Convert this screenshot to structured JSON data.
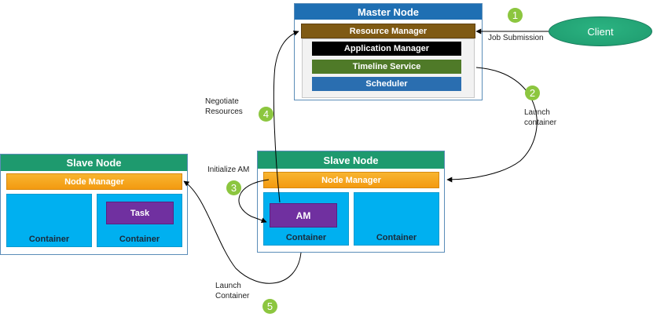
{
  "master": {
    "title": "Master Node",
    "resource_manager": "Resource Manager",
    "application_manager": "Application Manager",
    "timeline_service": "Timeline Service",
    "scheduler": "Scheduler"
  },
  "client": {
    "label": "Client"
  },
  "slave_left": {
    "title": "Slave Node",
    "node_manager": "Node Manager",
    "task": "Task",
    "container_1": "Container",
    "container_2": "Container"
  },
  "slave_right": {
    "title": "Slave Node",
    "node_manager": "Node Manager",
    "am": "AM",
    "container_1": "Container",
    "container_2": "Container"
  },
  "steps": {
    "s1": {
      "number": "1",
      "label": "Job Submission"
    },
    "s2": {
      "number": "2",
      "label": "Launch\ncontainer"
    },
    "s3": {
      "number": "3",
      "label": "Initialize AM"
    },
    "s4": {
      "number": "4",
      "label": "Negotiate\nResources"
    },
    "s5": {
      "number": "5",
      "label": "Launch\nContainer"
    }
  },
  "colors": {
    "master_title": "#1f6fb3",
    "slave_title": "#1e9a6e",
    "resource_manager": "#7f5a14",
    "application_manager": "#000000",
    "timeline_service": "#4f7a28",
    "scheduler": "#2a6eb0",
    "node_manager": "#f5a623",
    "container": "#00b0f0",
    "task_am": "#7030a0",
    "client": "#1e9a6e",
    "step_circle": "#8cc63f"
  }
}
